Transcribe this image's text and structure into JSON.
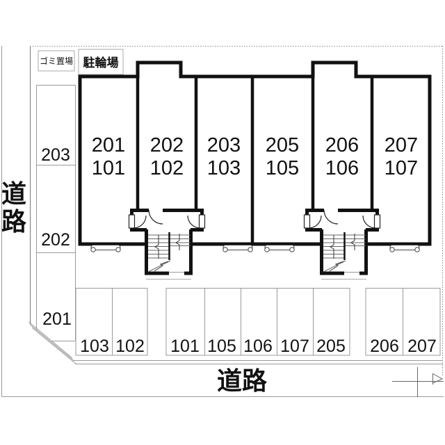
{
  "site": {
    "garbage_label": "ゴミ置場",
    "bicycle_label": "駐輪場",
    "road_left_char1": "道",
    "road_left_char2": "路",
    "road_bottom": "道路"
  },
  "building": {
    "units": [
      {
        "upper": "201",
        "lower": "101"
      },
      {
        "upper": "202",
        "lower": "102"
      },
      {
        "upper": "203",
        "lower": "103"
      },
      {
        "upper": "205",
        "lower": "105"
      },
      {
        "upper": "206",
        "lower": "106"
      },
      {
        "upper": "207",
        "lower": "107"
      }
    ]
  },
  "parking": {
    "left_column": [
      "203",
      "202",
      "201"
    ],
    "bottom_left": [
      "103",
      "102"
    ],
    "bottom_middle": [
      "101",
      "105",
      "106",
      "107",
      "205"
    ],
    "bottom_right": [
      "206",
      "207"
    ]
  },
  "colors": {
    "wall": "#111111",
    "thin_line": "#999999",
    "boundary": "#888888",
    "background": "#ffffff"
  }
}
